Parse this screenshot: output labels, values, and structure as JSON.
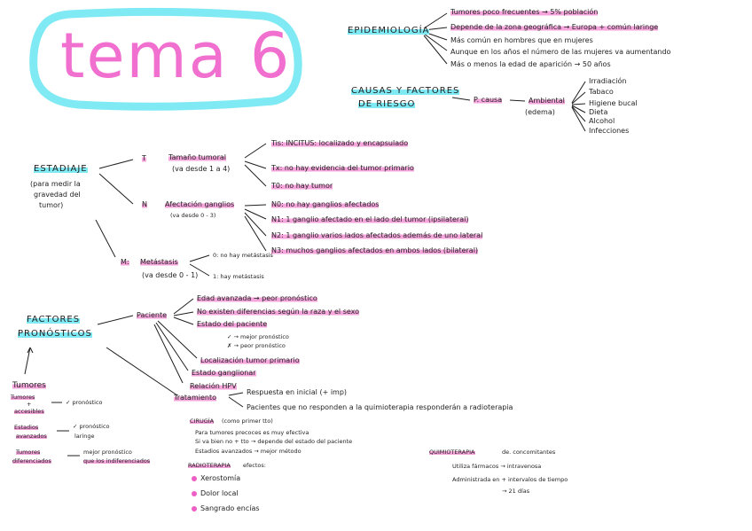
{
  "title": "tema 6",
  "colors": {
    "pink": "#f06fcf",
    "cyan": "#7fe9f4",
    "ink": "#1f1f1f"
  },
  "epidemiologia": {
    "heading": "EPIDEMIOLOGÍA",
    "items": [
      "Tumores poco frecuentes → 5% población",
      "Depende de la zona geográfica → Europa + común laringe",
      "Más común en hombres que en mujeres",
      "Aunque en los años el número de las mujeres va aumentando",
      "Más o menos la edad de aparición → 50 años"
    ]
  },
  "causas": {
    "heading_1": "CAUSAS Y FACTORES",
    "heading_2": "DE RIESGO",
    "p_causa": "P. causa",
    "ambiental": "Ambiental",
    "edema": "(edema)",
    "factors": [
      "Irradiación",
      "Tabaco",
      "Higiene bucal",
      "Dieta",
      "Alcohol",
      "Infecciones"
    ]
  },
  "estadiaje": {
    "heading": "ESTADIAJE",
    "sub_1": "(para medir la",
    "sub_2": "gravedad del",
    "sub_3": "tumor)",
    "t_label": "T",
    "t_text": "Tamaño tumoral",
    "t_range": "(va desde 1 a 4)",
    "tis": "Tis: INCITUS: localizado y encapsulado",
    "tx": "Tx: no hay evidencia del tumor primario",
    "t0": "T0: no hay tumor",
    "n_label": "N",
    "n_text": "Afectación ganglios",
    "n_range": "(va desde 0 - 3)",
    "n0": "N0: no hay ganglios afectados",
    "n1": "N1: 1 ganglio afectado en el lado del tumor (ipsilateral)",
    "n2": "N2: 1 ganglio varios lados afectados además de uno lateral",
    "n3": "N3: muchos ganglios afectados en ambos lados (bilateral)",
    "m_label": "M:",
    "m_text": "Metástasis",
    "m_range": "(va desde 0 - 1)",
    "m0": "0: no hay metástasis",
    "m1": "1: hay metástasis"
  },
  "pronosticos": {
    "heading_1": "FACTORES",
    "heading_2": "PRONÓSTICOS",
    "paciente": "Paciente",
    "p_items": [
      "Edad avanzada → peor pronóstico",
      "No existen diferencias según la raza y el sexo",
      "Estado del paciente"
    ],
    "p_sub": [
      "✓ → mejor pronóstico",
      "✗ → peor pronóstico"
    ],
    "localizacion": "Localización tumor primario",
    "estado_ganglionar": "Estado ganglionar",
    "relacion": "Relación HPV",
    "tratamiento": "Tratamiento",
    "trat_items": [
      "Respuesta en inicial (+ imp)",
      "Pacientes que no responden a la quimioterapia responderán a radioterapia"
    ]
  },
  "tumores": {
    "heading": "Tumores",
    "row1_a": "Tumores",
    "row1_b": "+",
    "row1_c": "accesibles",
    "row1_r": "✓ pronóstico",
    "row2_a": "Estadios",
    "row2_b": "avanzados",
    "row2_r1": "✓ pronóstico",
    "row2_r2": "laringe",
    "row3_a": "Tumores",
    "row3_b": "diferenciados",
    "row3_r1": "mejor pronóstico",
    "row3_r2": "que los indiferenciados"
  },
  "cirugia": {
    "heading": "CIRUGÍA",
    "note": "(como primer tto)",
    "items": [
      "Para tumores precoces es muy efectiva",
      "Si va bien no + tto → depende del estado del paciente",
      "Estadios avanzados → mejor método"
    ]
  },
  "radioterapia": {
    "heading": "RADIOTERAPIA",
    "note": "efectos:",
    "items": [
      "Xerostomía",
      "Dolor local",
      "Sangrado encías"
    ]
  },
  "quimioterapia": {
    "heading": "QUIMIOTERAPIA",
    "note": "de. concomitantes",
    "items": [
      "Utiliza fármacos → intravenosa",
      "Administrada en + intervalos de tiempo"
    ],
    "sub": "→ 21 días"
  }
}
